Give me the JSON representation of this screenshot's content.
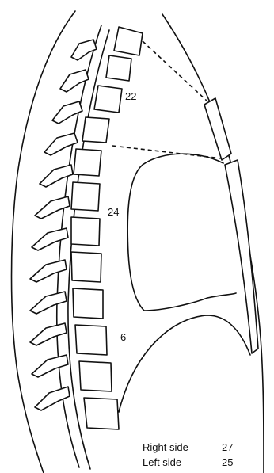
{
  "labels": {
    "level_22": "22",
    "level_24": "24",
    "level_6": "6"
  },
  "legend": {
    "right_label": "Right side",
    "right_value": "27",
    "left_label": "Left side",
    "left_value": "25"
  }
}
